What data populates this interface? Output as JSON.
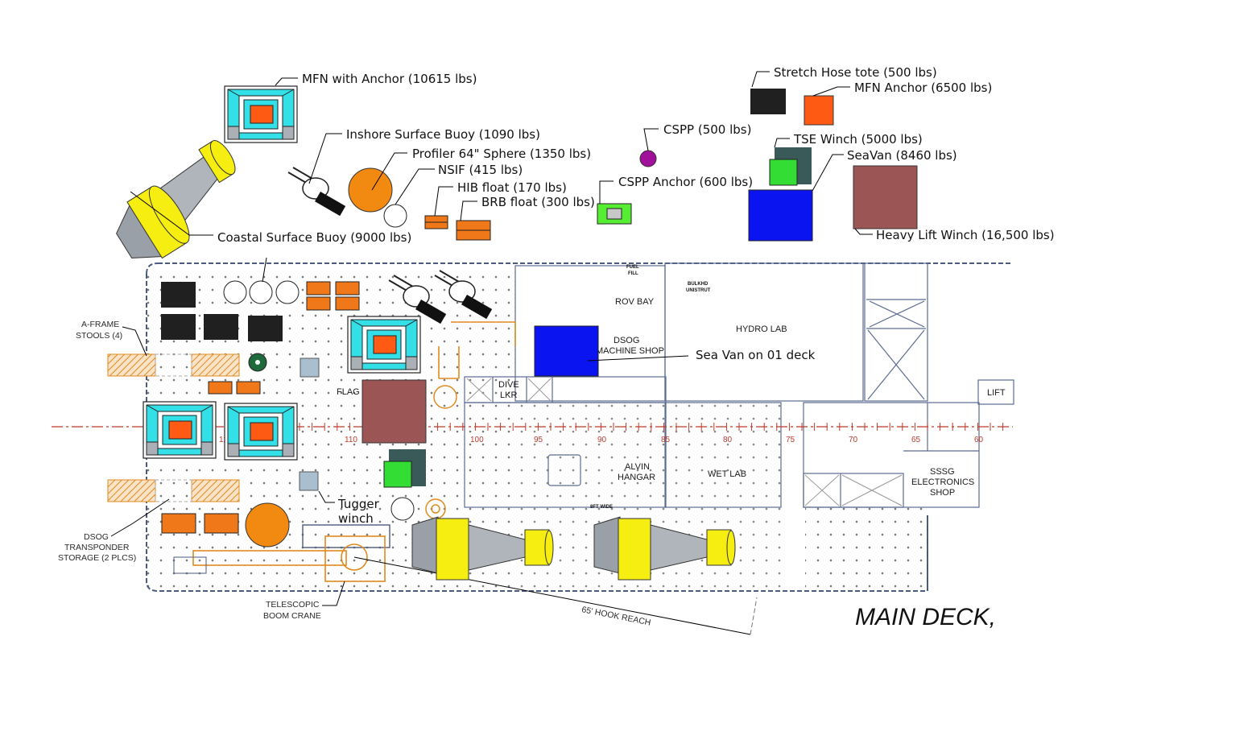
{
  "legend": {
    "mfn_with_anchor": "MFN with Anchor (10615 lbs)",
    "inshore_buoy": "Inshore Surface Buoy (1090 lbs)",
    "profiler_sphere": "Profiler 64\" Sphere (1350 lbs)",
    "nsif": "NSIF (415 lbs)",
    "hib_float": "HIB float (170 lbs)",
    "brb_float": "BRB float (300 lbs)",
    "coastal_buoy": "Coastal Surface Buoy (9000 lbs)",
    "cspp": "CSPP (500 lbs)",
    "cspp_anchor": "CSPP Anchor (600 lbs)",
    "stretch_hose": "Stretch Hose tote (500 lbs)",
    "mfn_anchor": "MFN Anchor (6500 lbs)",
    "tse_winch": "TSE Winch (5000 lbs)",
    "seavan": "SeaVan (8460 lbs)",
    "heavy_lift_winch": "Heavy Lift Winch (16,500 lbs)"
  },
  "deck": {
    "title": "MAIN DECK,",
    "sea_van_note": "Sea Van on 01 deck",
    "tugger_line1": "Tugger",
    "tugger_line2": "winch",
    "a_frame_line1": "A-FRAME",
    "a_frame_line2": "STOOLS (4)",
    "dsog_line1": "DSOG",
    "dsog_line2": "TRANSPONDER",
    "dsog_line3": "STORAGE (2 PLCS)",
    "crane_line1": "TELESCOPIC",
    "crane_line2": "BOOM CRANE",
    "hook_reach": "65' HOOK REACH",
    "flag": "FLAG",
    "rov_bay": "ROV BAY",
    "hydro_lab": "HYDRO LAB",
    "dsog_shop_line1": "DSOG",
    "dsog_shop_line2": "MACHINE SHOP",
    "dive_line1": "DIVE",
    "dive_line2": "LKR",
    "alvin_line1": "ALVIN",
    "alvin_line2": "HANGAR",
    "wet_lab": "WET LAB",
    "sssg_line1": "SSSG",
    "sssg_line2": "ELECTRONICS",
    "sssg_line3": "SHOP",
    "lift": "LIFT",
    "fuel_line1": "FUEL",
    "fuel_line2": "FILL",
    "bulkhd_line1": "BULKHD",
    "bulkhd_line2": "UNISTRUT",
    "eight_ft_wide": "8FT WIDE",
    "frames": [
      "12",
      "110",
      "100",
      "95",
      "90",
      "85",
      "80",
      "75",
      "70",
      "65",
      "60"
    ]
  },
  "colors": {
    "mfn_cyan": "#33e0e8",
    "anchor_orange": "#ff5a14",
    "float_orange": "#f07818",
    "sphere_orange": "#f28a12",
    "cspp_purple": "#a0109a",
    "cspp_green": "#55ee33",
    "tote_black": "#202020",
    "tse_gray": "#3a5a5a",
    "tse_green": "#33dd33",
    "seavan_blue": "#0a14f0",
    "winch_brown": "#9c5555",
    "buoy_yellow": "#f6ee10",
    "buoy_gray": "#9aa0a8",
    "hull_blue": "#4a5a80",
    "crane_orange": "#e08a1e",
    "centerline_red": "#c0392b"
  },
  "icons": [
    "mfn-anchor-icon",
    "surface-buoy-icon",
    "sphere-icon",
    "float-icon",
    "winch-icon",
    "seavan-icon",
    "tote-icon"
  ]
}
